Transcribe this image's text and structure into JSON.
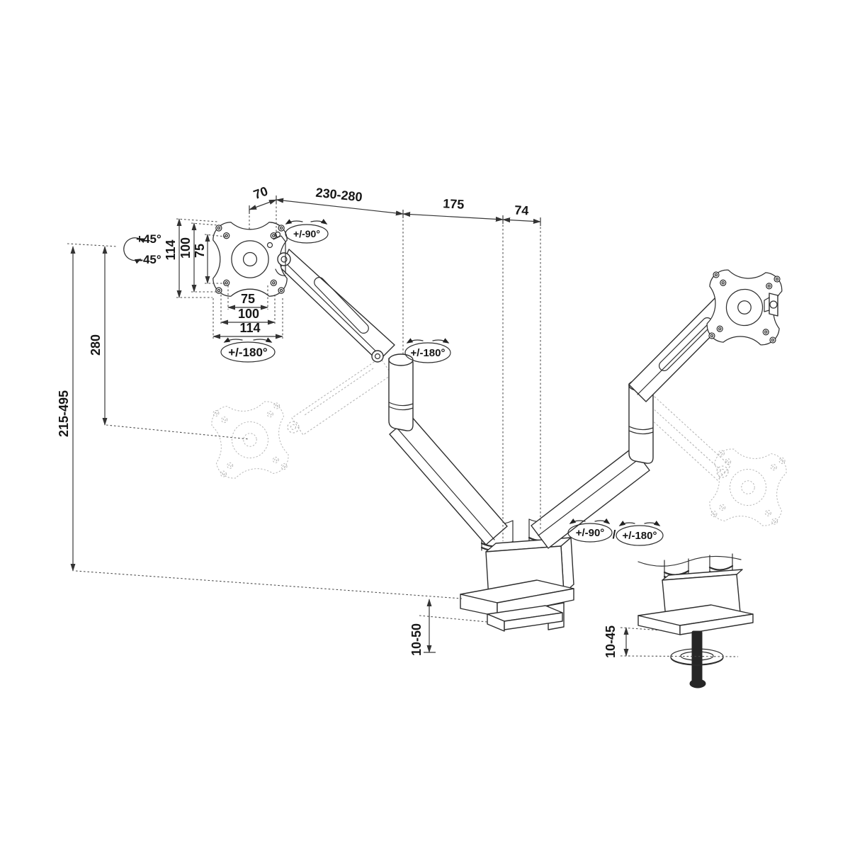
{
  "title": "Dual monitor arm dimensional technical drawing",
  "colors": {
    "background": "#ffffff",
    "line": "#2e2e2e",
    "ghost": "#b4b4b4",
    "text": "#161616"
  },
  "dims": {
    "top_offset": "70",
    "top_arm_reach": "230-280",
    "top_lower_arm": "175",
    "top_base": "74",
    "vesa_v_114": "114",
    "vesa_v_100": "100",
    "vesa_v_75": "75",
    "vesa_h_75": "75",
    "vesa_h_100": "100",
    "vesa_h_114": "114",
    "lift_range": "280",
    "height_range": "215-495",
    "clamp_thickness": "10-50",
    "grommet_thickness": "10-45"
  },
  "rotations": {
    "tilt_up": "+45°",
    "tilt_down": "-45°",
    "swivel": "+/-90°",
    "vesa_rotate": "+/-180°",
    "elbow_rotate": "+/-180°",
    "base_swivel": "+/-90°",
    "separator": "/",
    "base_rotate": "+/-180°"
  }
}
